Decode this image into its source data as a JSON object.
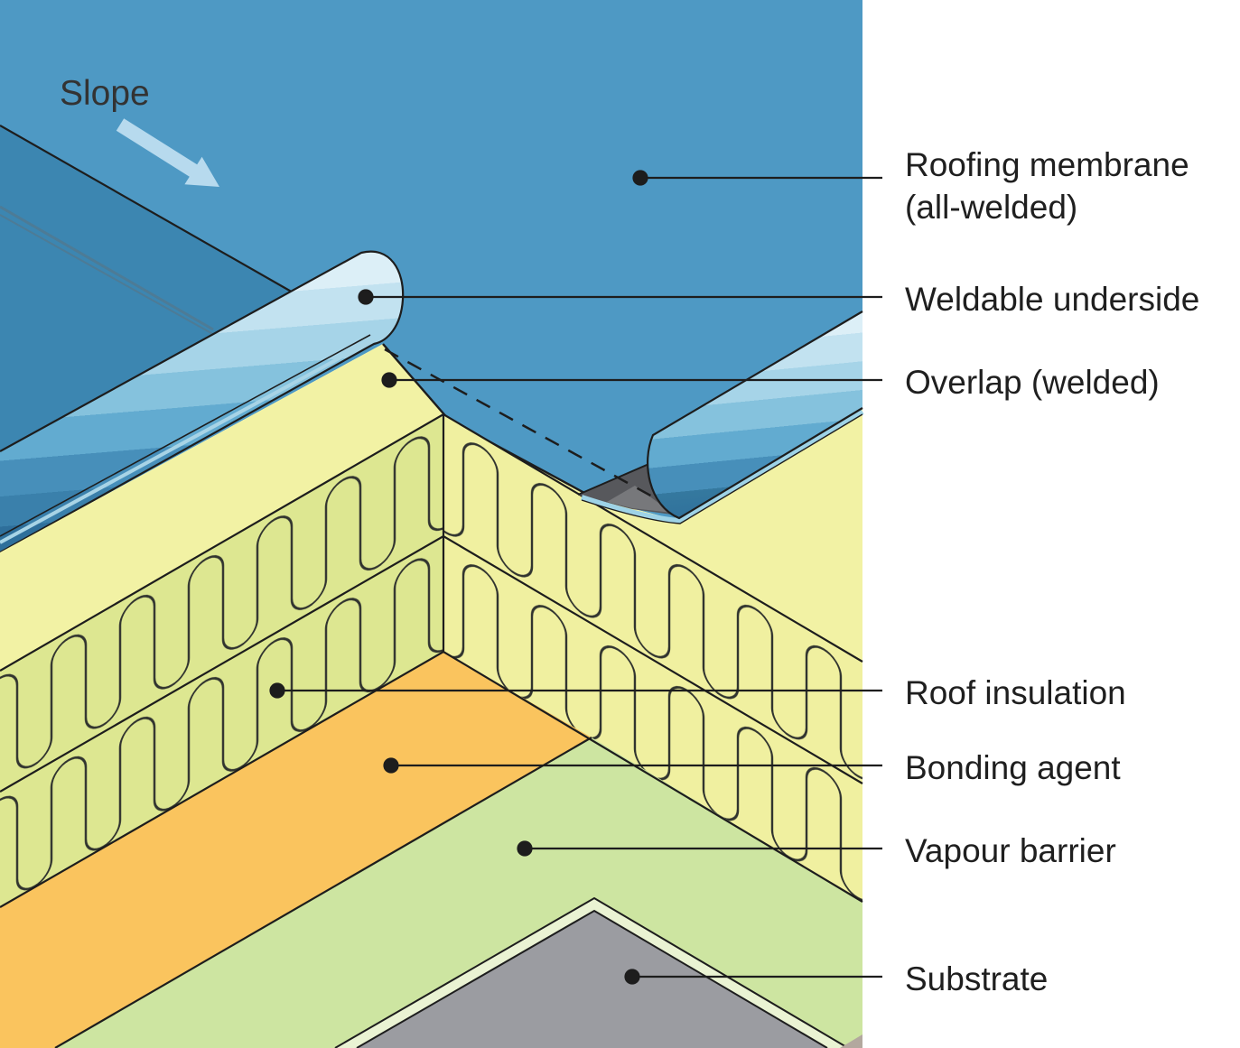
{
  "figure": {
    "slope_label": "Slope",
    "labels": {
      "membrane": {
        "line1": "Roofing membrane",
        "line2": "(all-welded)"
      },
      "weldable": {
        "text": "Weldable underside"
      },
      "overlap": {
        "text": "Overlap (welded)"
      },
      "insulation": {
        "text": "Roof insulation"
      },
      "bonding": {
        "text": "Bonding agent"
      },
      "vapour": {
        "text": "Vapour barrier"
      },
      "substrate": {
        "text": "Substrate"
      }
    },
    "colors": {
      "membrane_main": "#4e99c4",
      "membrane_dark": "#3c86b1",
      "underside_dark": "#57585c",
      "underside_mid": "#77787b",
      "underside_light_edge": "#9ed3e7",
      "insulation_top": "#f2f2a4",
      "insulation_face_left": "#dde791",
      "insulation_face_right": "#f0f0a0",
      "bonding_agent": "#fac45e",
      "vapour_barrier": "#cde5a1",
      "vapour_barrier_edge": "#eaf3d3",
      "substrate": "#9b9ca1",
      "corner_sliver": "#b3a89e",
      "outline": "#1d1d1d",
      "slope_arrow": "#b7daee",
      "label_text": "#1f1f1f"
    }
  }
}
